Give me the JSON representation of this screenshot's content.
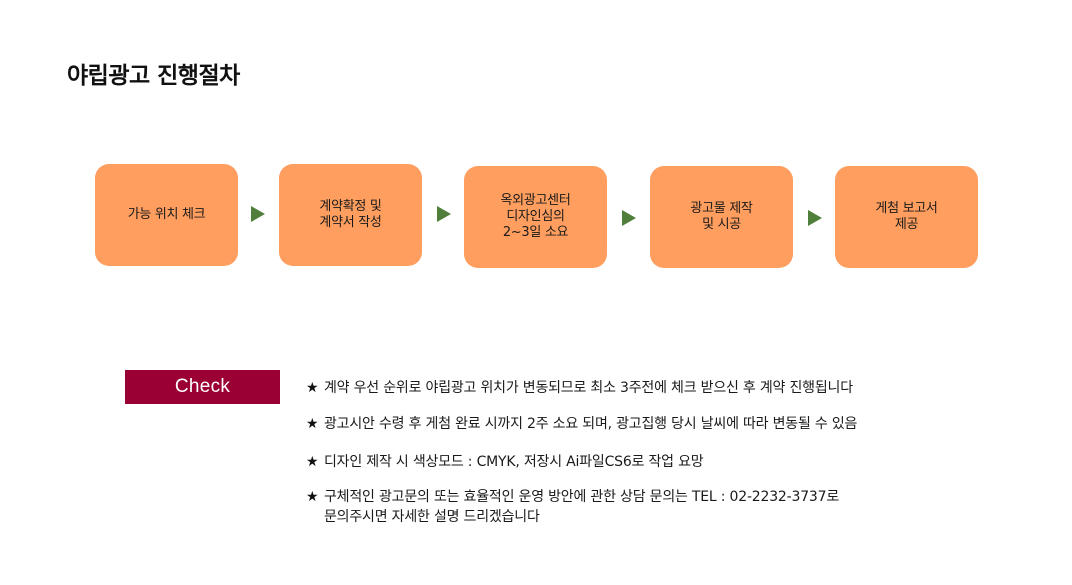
{
  "page": {
    "title": "야립광고 진행절차"
  },
  "steps": [
    {
      "label": "가능 위치 체크"
    },
    {
      "label": "계약확정 및\n계약서 작성"
    },
    {
      "label": "옥외광고센터\n디자인심의\n2~3일 소요"
    },
    {
      "label": "광고물 제작\n및 시공"
    },
    {
      "label": "게첨 보고서\n제공"
    }
  ],
  "check": {
    "label": "Check"
  },
  "notes": [
    {
      "text": "계약 우선 순위로 야립광고 위치가 변동되므로 최소 3주전에 체크 받으신 후 계약 진행됩니다"
    },
    {
      "text": "광고시안 수령 후 게첨 완료 시까지 2주 소요 되며,  광고집행 당시 날씨에 따라  변동될 수 있음"
    },
    {
      "text": "디자인 제작 시 색상모드 :  CMYK, 저장시 Ai파일CS6로 작업 요망"
    },
    {
      "text": "구체적인 광고문의 또는 효율적인 운영 방안에 관한 상담 문의는 TEL : 02-2232-3737로\n문의주시면 자세한 설명 드리겠습니다"
    }
  ],
  "icons": {
    "bullet": "star-icon",
    "arrow": "arrow-right-icon"
  },
  "colors": {
    "step_fill": "#ff9e5e",
    "arrow": "#4f7f3a",
    "check_badge": "#9a0034"
  }
}
